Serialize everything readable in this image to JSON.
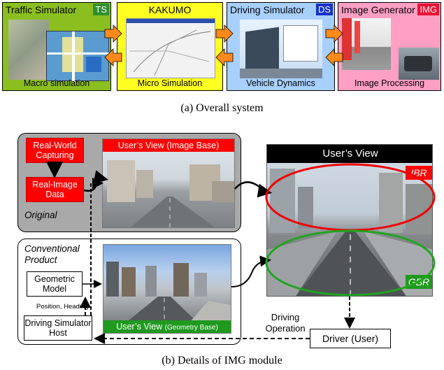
{
  "top": {
    "panels": [
      {
        "title": "Traffic Simulator",
        "tag": "TS",
        "footer": "Macro simulation",
        "color": "#8bbf1f",
        "tag_color": "#2f8f2f"
      },
      {
        "title": "KAKUMO",
        "footer": "Micro Simulation",
        "color": "#ffff22"
      },
      {
        "title": "Driving Simulator",
        "tag": "DS",
        "footer": "Vehicle Dynamics",
        "color": "#a8d0ff",
        "tag_color": "#1530c8"
      },
      {
        "title": "Image Generator",
        "tag": "IMG",
        "footer": "Image Processing",
        "color": "#ff9fc4",
        "tag_color": "#ee1133"
      }
    ],
    "caption": "(a) Overall system"
  },
  "bottom": {
    "original": {
      "label": "Original",
      "capturing": "Real-World Capturing",
      "real_image": "Real-Image Data",
      "view_title": "User’s View (Image Base)"
    },
    "conventional": {
      "label": "Conventional Product",
      "geometric_model": "Geometric Model",
      "position_heading": "Position, Heading",
      "host": "Driving Simulator Host",
      "view_title_main": "User’s View",
      "view_title_sub": "(Geometry Base)"
    },
    "users_view": {
      "title": "User’s View",
      "ibr": "IBR",
      "gbr": "GBR"
    },
    "driving_operation": "Driving Operation",
    "driver": "Driver (User)",
    "caption": "(b) Details of IMG module"
  }
}
